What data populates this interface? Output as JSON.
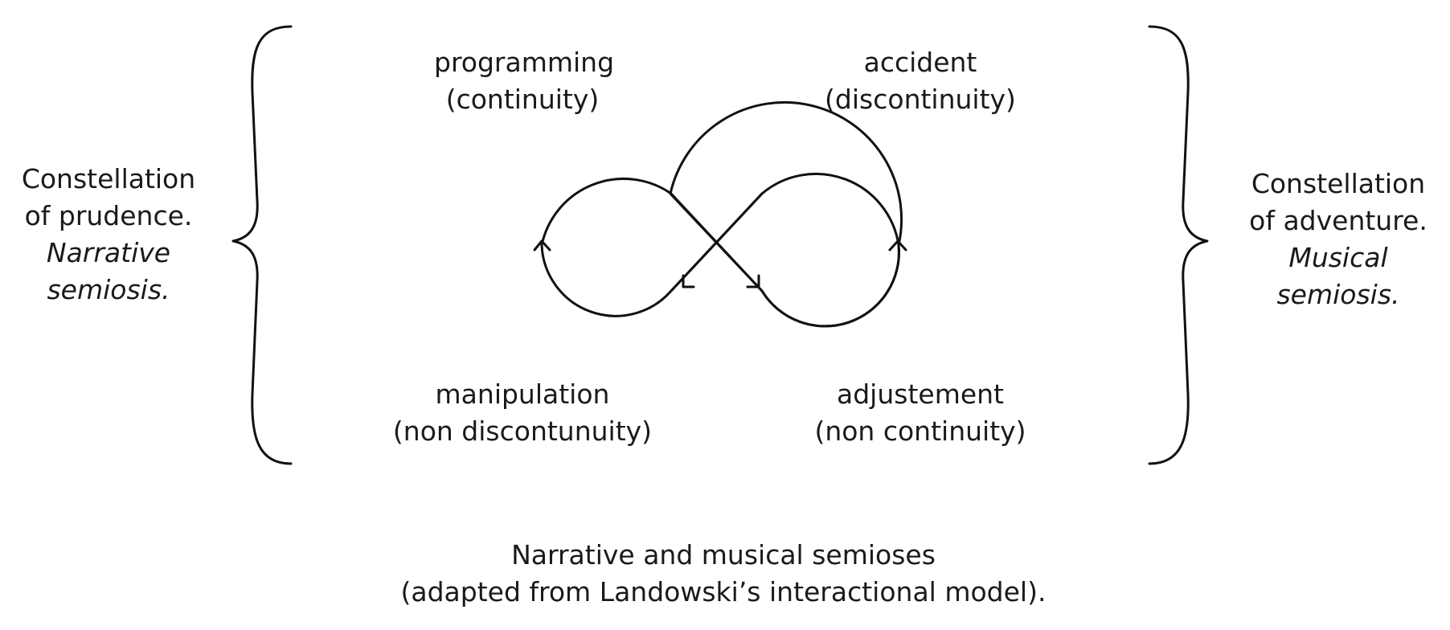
{
  "quadrants": {
    "top_left": {
      "term": "programming",
      "sub": "(continuity)"
    },
    "top_right": {
      "term": "accident",
      "sub": "(discontinuity)"
    },
    "bottom_left": {
      "term": "manipulation",
      "sub": "(non discontunuity)"
    },
    "bottom_right": {
      "term": "adjustement",
      "sub": "(non continuity)"
    }
  },
  "left_group": {
    "line1": "Constellation",
    "line2": "of prudence.",
    "line3": "Narrative",
    "line4": "semiosis."
  },
  "right_group": {
    "line1": "Constellation",
    "line2": "of adventure.",
    "line3": "Musical",
    "line4": "semiosis."
  },
  "caption": {
    "line1": "Narrative and musical semioses",
    "line2": "(adapted from Landowski’s interactional model)."
  }
}
